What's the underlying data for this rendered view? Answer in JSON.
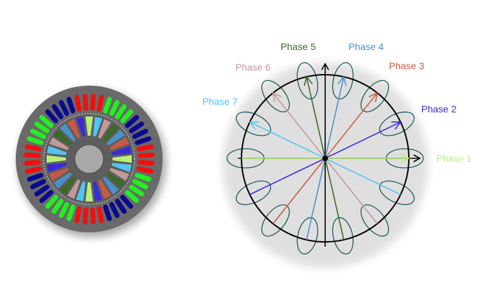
{
  "phases": [
    {
      "label": "Phase 1",
      "color": "#b8f07a"
    },
    {
      "label": "Phase 2",
      "color": "#3a2ad8"
    },
    {
      "label": "Phase 3",
      "color": "#c85a45"
    },
    {
      "label": "Phase 4",
      "color": "#4a92c8"
    },
    {
      "label": "Phase 5",
      "color": "#3a6a25"
    },
    {
      "label": "Phase 6",
      "color": "#c09a98"
    },
    {
      "label": "Phase 7",
      "color": "#52c4f2"
    }
  ],
  "motor": {
    "stator_colors": [
      "#f01010",
      "#22ee22",
      "#0a0a90"
    ],
    "body_color": "#6a6a6a",
    "shaft_color": "#a8a8a8"
  },
  "diagram": {
    "ellipse_color": "#1f5a5a",
    "axis_color": "#000000"
  }
}
